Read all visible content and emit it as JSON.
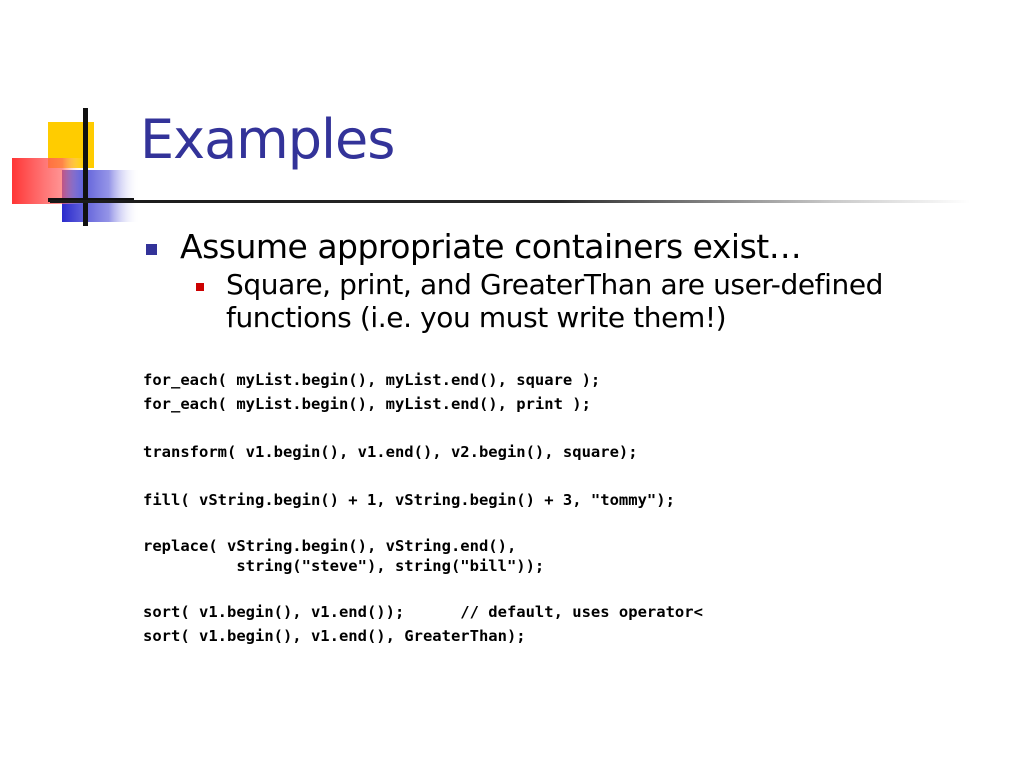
{
  "slide": {
    "title": "Examples",
    "bullets": [
      {
        "text": "Assume appropriate containers exist…",
        "sub": [
          "Square, print, and GreaterThan are user-defined functions (i.e. you must write them!)"
        ]
      }
    ],
    "code_lines": [
      "for_each( myList.begin(), myList.end(), square );",
      "for_each( myList.begin(), myList.end(), print );",
      "transform( v1.begin(), v1.end(), v2.begin(), square);",
      "fill( vString.begin() + 1, vString.begin() + 3, \"tommy\");",
      "replace( vString.begin(), vString.end(),",
      "          string(\"steve\"), string(\"bill\"));",
      "sort( v1.begin(), v1.end());      // default, uses operator<",
      "sort( v1.begin(), v1.end(), GreaterThan);"
    ]
  },
  "colors": {
    "title": "#333399",
    "bullet_l1": "#333399",
    "bullet_l2": "#cc0000",
    "logo_yellow": "#ffcc00",
    "logo_red": "#ff3333",
    "logo_blue": "#3333cc"
  },
  "icons": {
    "logo": "squares-cross-logo"
  }
}
